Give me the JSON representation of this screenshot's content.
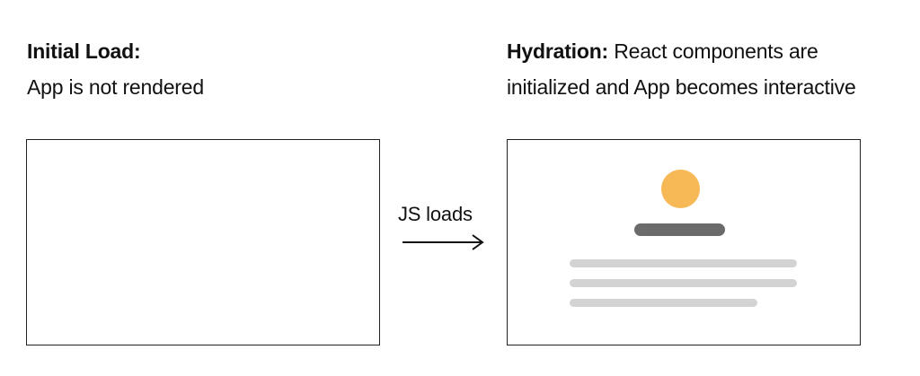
{
  "initial": {
    "title": "Initial Load:",
    "description": "App is not rendered"
  },
  "transition": {
    "label": "JS loads"
  },
  "hydration": {
    "title": "Hydration:",
    "description_line1": " React components are",
    "description_line2": "initialized and App becomes interactive"
  },
  "colors": {
    "avatar": "#F6B955",
    "name_bar": "#6B6B6B",
    "text_lines": "#D3D3D3"
  }
}
